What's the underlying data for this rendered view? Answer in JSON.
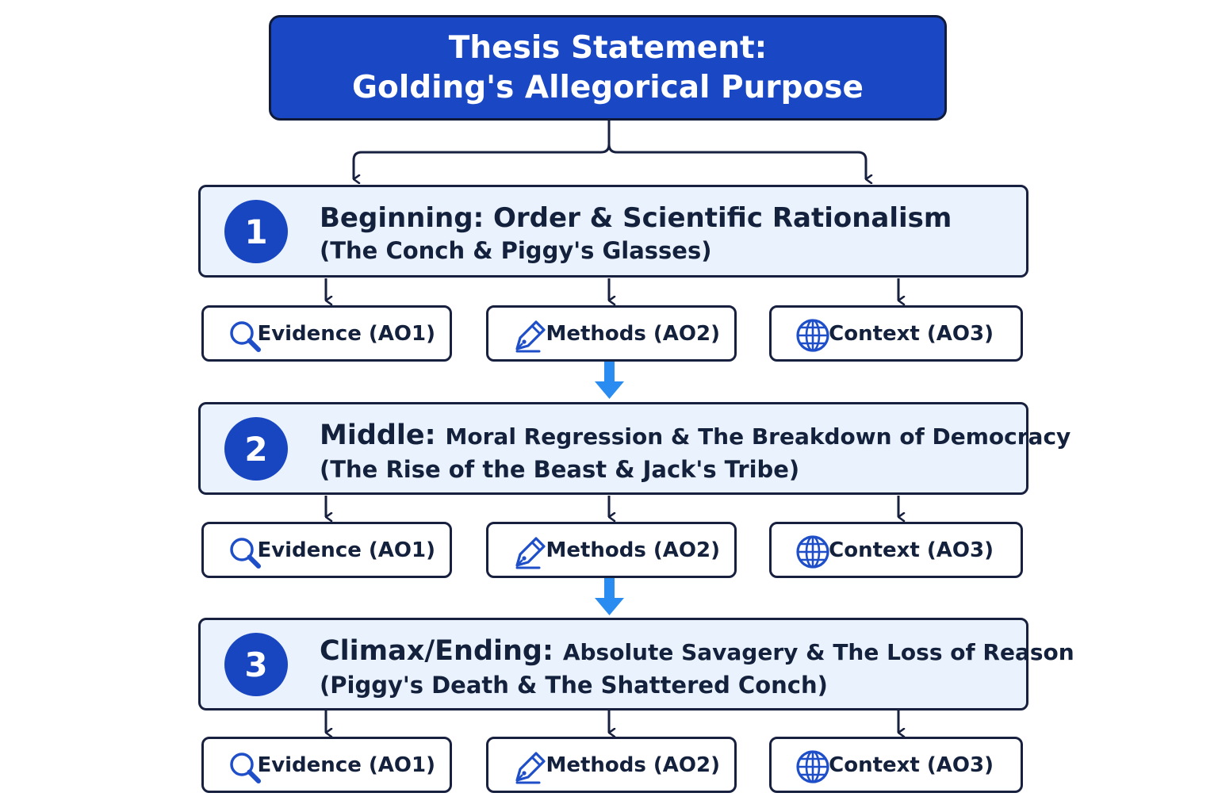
{
  "thesis": {
    "line1": "Thesis Statement:",
    "line2": "Golding's Allegorical Purpose"
  },
  "sections": [
    {
      "number": "1",
      "heading": "Beginning: Order & Scientific Rationalism",
      "subheading": "(The Conch & Piggy's Glasses)"
    },
    {
      "number": "2",
      "heading": "Middle:",
      "heading_detail": "Moral Regression & The Breakdown of Democracy",
      "subheading": "(The Rise of the Beast & Jack's Tribe)"
    },
    {
      "number": "3",
      "heading": "Climax/Ending:",
      "heading_detail": "Absolute Savagery & The Loss of Reason",
      "subheading": "(Piggy's Death & The Shattered Conch)"
    }
  ],
  "criteria": [
    {
      "label": "Evidence (AO1)",
      "icon": "magnifier-icon"
    },
    {
      "label": "Methods (AO2)",
      "icon": "pen-icon"
    },
    {
      "label": "Context (AO3)",
      "icon": "globe-icon"
    }
  ],
  "colors": {
    "thesis_fill": "#1a48c4",
    "section_fill": "#eaf3fd",
    "outline": "#17203f",
    "number_badge": "#1845c0",
    "flow_arrow": "#2a8cf0",
    "icon": "#1f4fc8"
  }
}
